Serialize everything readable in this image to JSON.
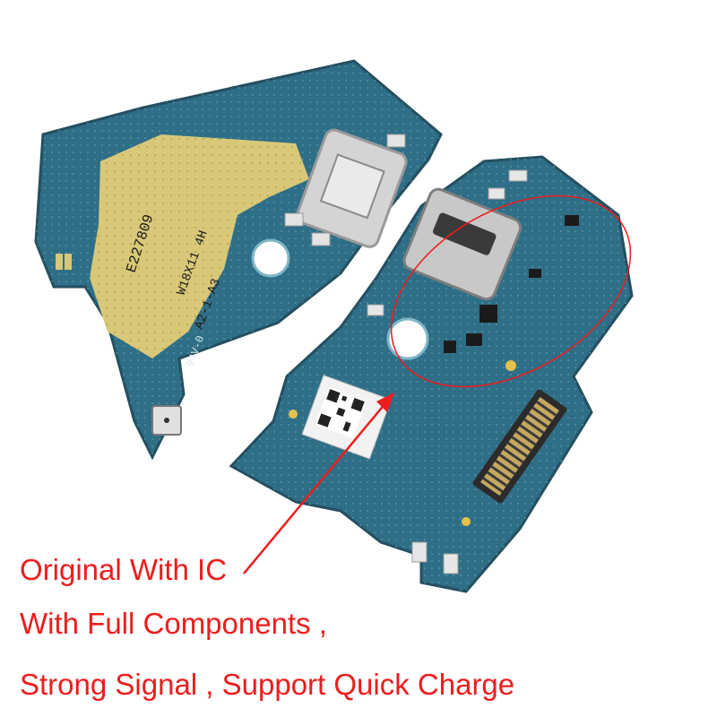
{
  "captions": {
    "line1": "Original With IC",
    "line2": "With Full Components ,",
    "line3": "Strong Signal ,    Support Quick Charge"
  },
  "board_markings": {
    "left_line1": "E227809",
    "left_line2": "W18X11 4H",
    "left_line3": "A2-1-A3",
    "left_line4": "94V-0"
  },
  "colors": {
    "pcb": "#2f6e87",
    "pcb_edge": "#4a8fa8",
    "gold_pad": "#d8c878",
    "annotation": "#ee1c1c",
    "metal": "#c8c8c8"
  },
  "icons": [
    "charging-port-icon",
    "qr-code-icon",
    "connector-icon",
    "mic-icon"
  ]
}
